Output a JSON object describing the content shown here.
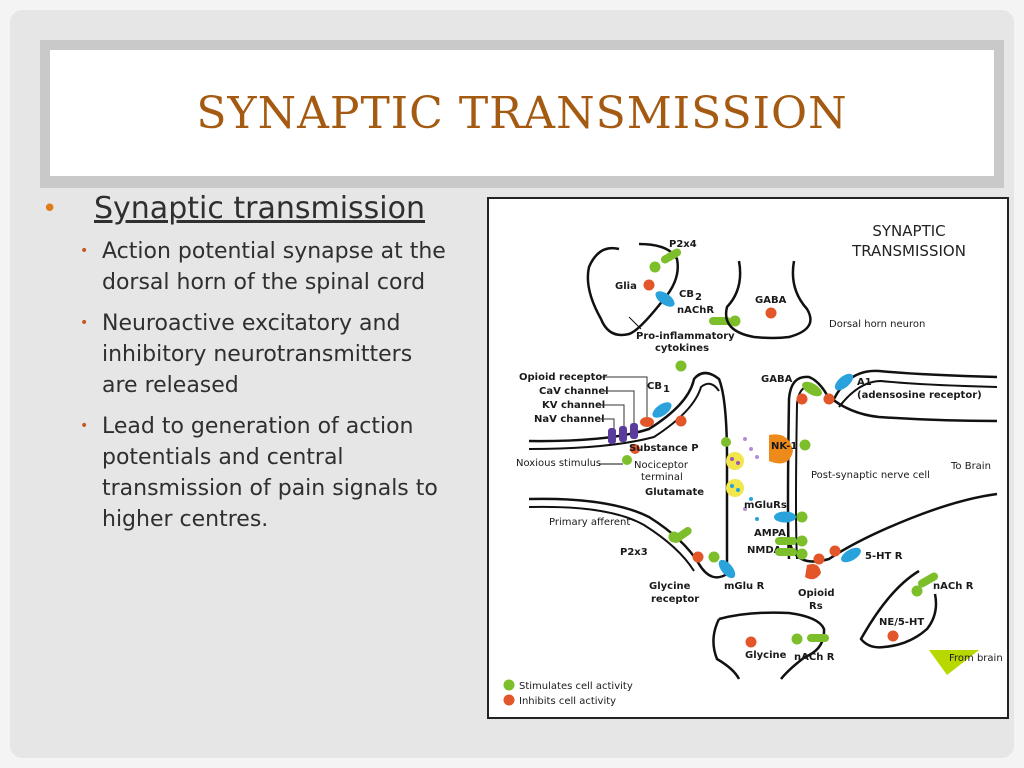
{
  "slide": {
    "title": "SYNAPTIC TRANSMISSION"
  },
  "bullets": {
    "main": "Synaptic transmission",
    "items": [
      "Action potential synapse at the dorsal horn of the spinal cord",
      "Neuroactive excitatory and inhibitory neurotransmitters are released",
      "Lead to generation of action potentials and central transmission of pain signals to higher centres."
    ]
  },
  "figure": {
    "title_line1": "SYNAPTIC",
    "title_line2": "TRANSMISSION",
    "labels": {
      "p2x4": "P2x4",
      "glia": "Glia",
      "cb2": "CB",
      "cb2_sub": "2",
      "nachr_top": "nAChR",
      "gaba_top": "GABA",
      "dorsal_horn_neuron": "Dorsal horn neuron",
      "proinflam1": "Pro-inflammatory",
      "proinflam2": "cytokines",
      "opioid_receptor": "Opioid receptor",
      "cav_channel": "CaV channel",
      "kv_channel": "KV channel",
      "nav_channel": "NaV channel",
      "cb1": "CB",
      "cb1_sub": "1",
      "gaba_mid": "GABA",
      "a1": "A1",
      "adenosine": "(adensosine receptor)",
      "substance_p": "Substance P",
      "nk1": "NK-1",
      "noxious": "Noxious stimulus",
      "nociceptor1": "Nociceptor",
      "nociceptor2": "terminal",
      "post_synaptic": "Post-synaptic nerve cell",
      "to_brain": "To Brain",
      "glutamate": "Glutamate",
      "mglurs": "mGluRs",
      "primary_afferent": "Primary afferent",
      "ampa": "AMPA",
      "nmda": "NMDA",
      "p2x3": "P2x3",
      "ht5r": "5-HT R",
      "glycine_receptor1": "Glycine",
      "glycine_receptor2": "receptor",
      "mglur": "mGlu R",
      "opioid_rs1": "Opioid",
      "opioid_rs2": "Rs",
      "nachr_right": "nACh R",
      "ne5ht": "NE/5-HT",
      "glycine": "Glycine",
      "nachr_bottom": "nACh R",
      "from_brain": "From brain"
    },
    "legend": {
      "stimulates": "Stimulates cell activity",
      "inhibits": "Inhibits cell activity"
    },
    "colors": {
      "stimulate": "#7cbf2a",
      "inhibit": "#e2562a",
      "receptor_blue": "#2aa3dc",
      "channel_purple": "#5a3c9c",
      "nk1_orange": "#ee8a1a"
    }
  }
}
